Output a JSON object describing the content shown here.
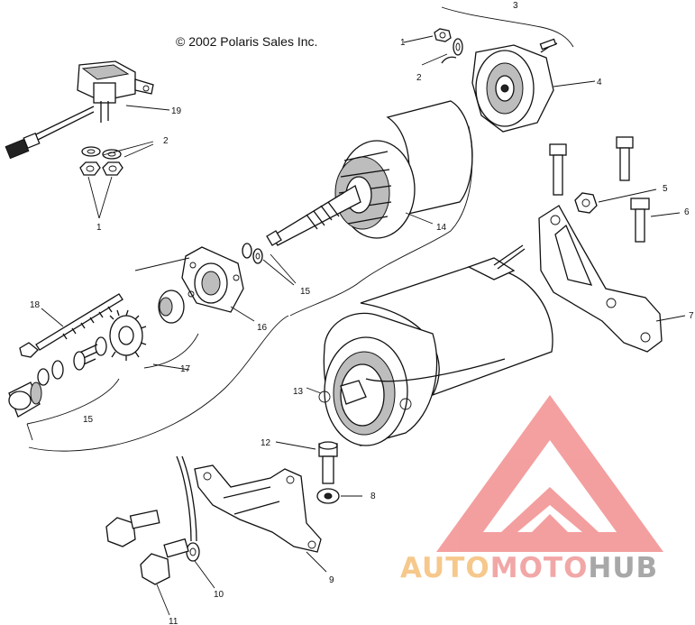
{
  "copyright": "© 2002 Polaris Sales Inc.",
  "callouts": {
    "c1a": "1",
    "c2a": "2",
    "c3": "3",
    "c4": "4",
    "c19": "19",
    "c2b": "2",
    "c1b": "1",
    "c5": "5",
    "c6": "6",
    "c14": "14",
    "c15a": "15",
    "c18": "18",
    "c16": "16",
    "c17": "17",
    "c7": "7",
    "c15b": "15",
    "c13": "13",
    "c12": "12",
    "c8": "8",
    "c9": "9",
    "c10": "10",
    "c11": "11"
  },
  "watermark": {
    "part1": "AUTO",
    "part2": "MOTO",
    "part3": "HUB",
    "color1": "#f6c88c",
    "color2": "#f2a7a7",
    "color3": "#a8a8a8",
    "logo_color": "#f08080"
  }
}
